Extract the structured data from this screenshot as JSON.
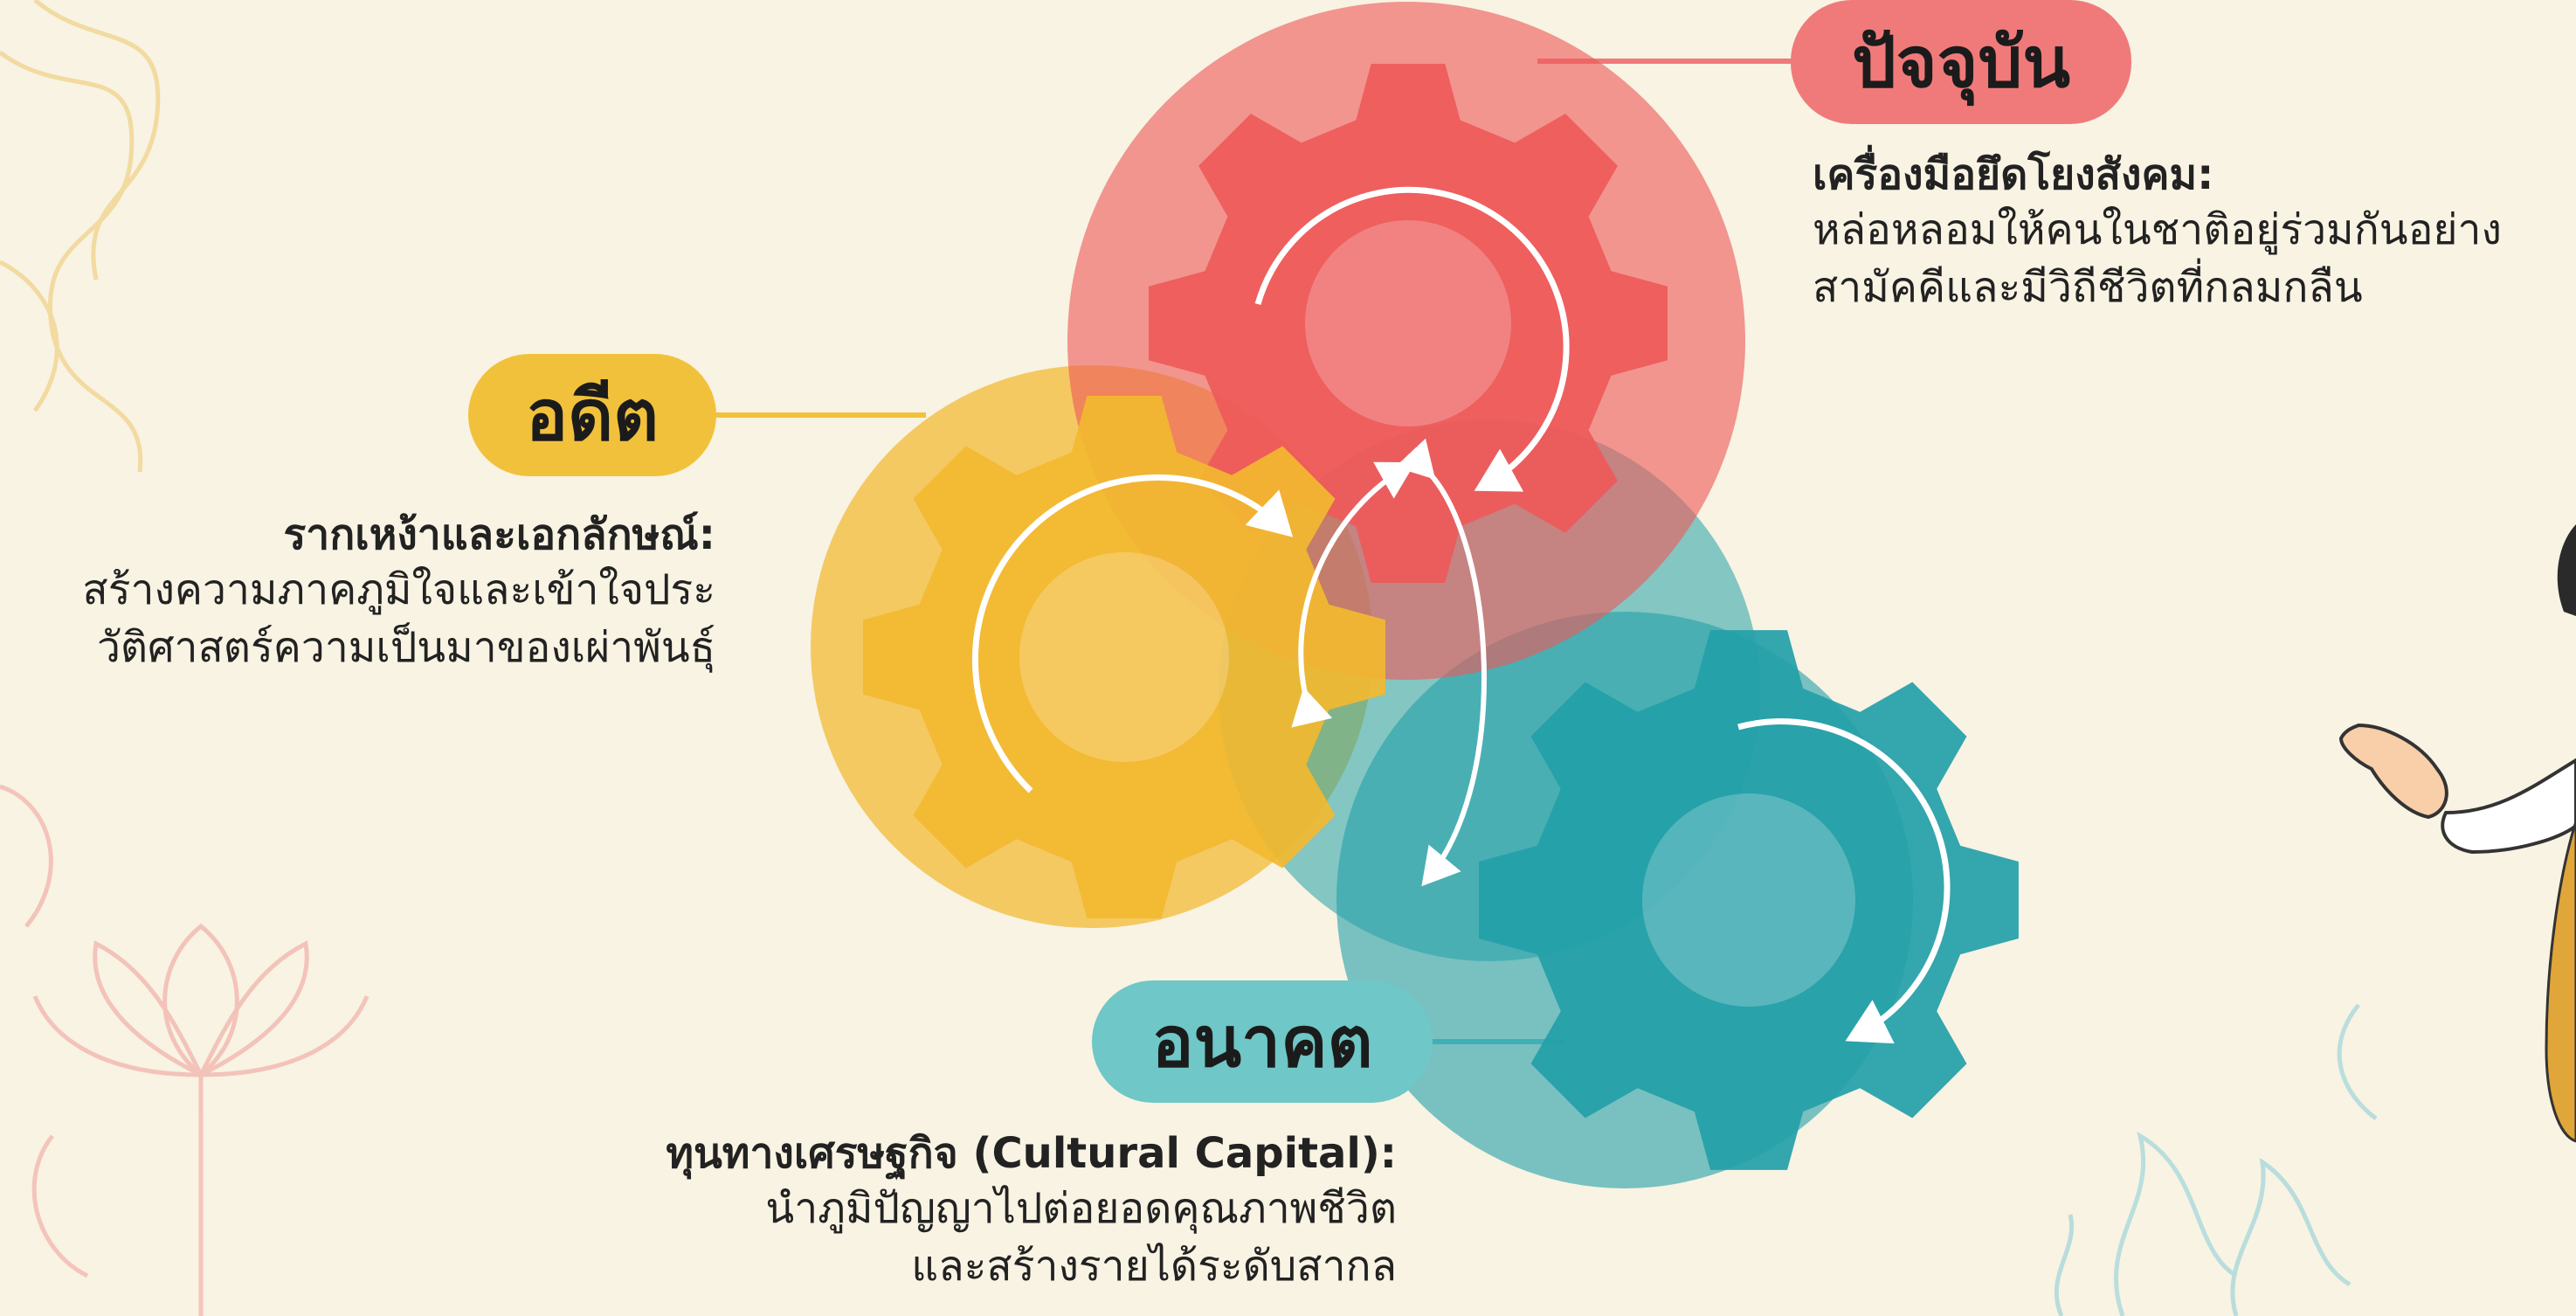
{
  "stages": {
    "present": {
      "label": "ปัจจุบัน",
      "title": "เครื่องมือยึดโยงสังคม:",
      "lines": [
        "หล่อหลอมให้คนในชาติอยู่ร่วมกันอย่าง",
        "สามัคคีและมีวิถีชีวิตที่กลมกลืน"
      ],
      "color": "#ee5a5a"
    },
    "past": {
      "label": "อดีต",
      "title": "รากเหง้าและเอกลักษณ์:",
      "lines": [
        "สร้างความภาคภูมิใจและเข้าใจประ",
        "วัติศาสตร์ความเป็นมาของเผ่าพันธุ์"
      ],
      "color": "#f2b930"
    },
    "future": {
      "label": "อนาคต",
      "title": "ทุนทางเศรษฐกิจ (Cultural Capital):",
      "lines": [
        "นำภูมิปัญญาไปต่อยอดคุณภาพชีวิต",
        "และสร้างรายได้ระดับสากล"
      ],
      "color": "#23a0a8"
    }
  }
}
